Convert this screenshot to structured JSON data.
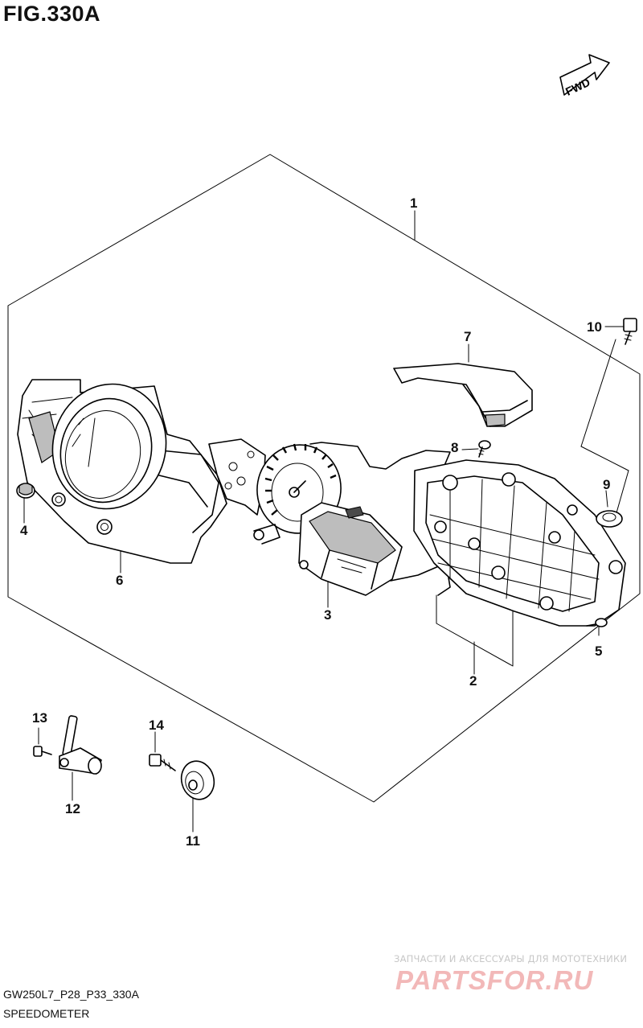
{
  "figure": {
    "title": "FIG.330A",
    "fwd_label": "FWD"
  },
  "callouts": {
    "c1": "1",
    "c2": "2",
    "c3": "3",
    "c4": "4",
    "c5": "5",
    "c6": "6",
    "c7": "7",
    "c8": "8",
    "c9": "9",
    "c10": "10",
    "c11": "11",
    "c12": "12",
    "c13": "13",
    "c14": "14"
  },
  "footer": {
    "code": "GW250L7_P28_P33_330A",
    "name": "SPEEDOMETER"
  },
  "watermark": {
    "tagline": "ЗАПЧАСТИ И АКСЕССУАРЫ ДЛЯ МОТОТЕХНИКИ",
    "logo": "PARTSFOR.RU"
  }
}
